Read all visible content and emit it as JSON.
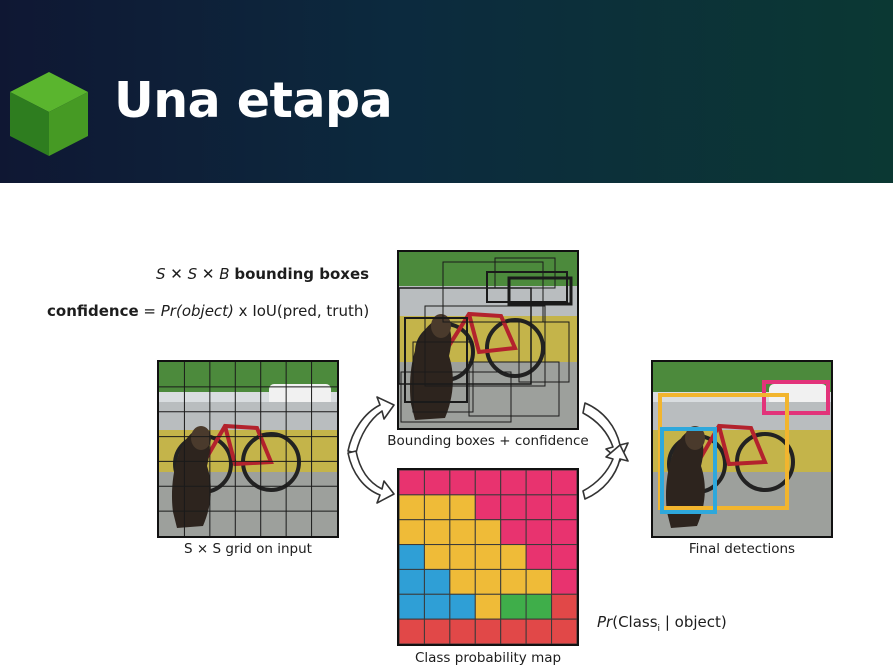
{
  "slide": {
    "title": "Una etapa",
    "logo_icon": "green-cube-icon"
  },
  "diagram": {
    "formula_boxes": {
      "prefix": "S ✕ S ✕ B",
      "suffix": "bounding boxes"
    },
    "formula_confidence": {
      "label": "confidence",
      "equals": " = ",
      "prob": "Pr(object)",
      "rest": " x IoU(pred, truth)"
    },
    "captions": {
      "grid": "S × S grid on input",
      "boxes": "Bounding boxes + confidence",
      "final": "Final detections",
      "classmap": "Class probability map"
    },
    "class_prob_label": {
      "pr": "Pr",
      "open": "(Class",
      "sub": "i",
      "close": " | object)"
    },
    "colors": {
      "class_pink": "#e8336f",
      "class_yellow": "#efbb38",
      "class_blue": "#2f9fd6",
      "class_green": "#3fae4a",
      "class_red": "#e14848",
      "detection_pink": "#e2337a",
      "detection_yellow": "#f2b52e",
      "detection_blue": "#2ea8dc"
    }
  }
}
